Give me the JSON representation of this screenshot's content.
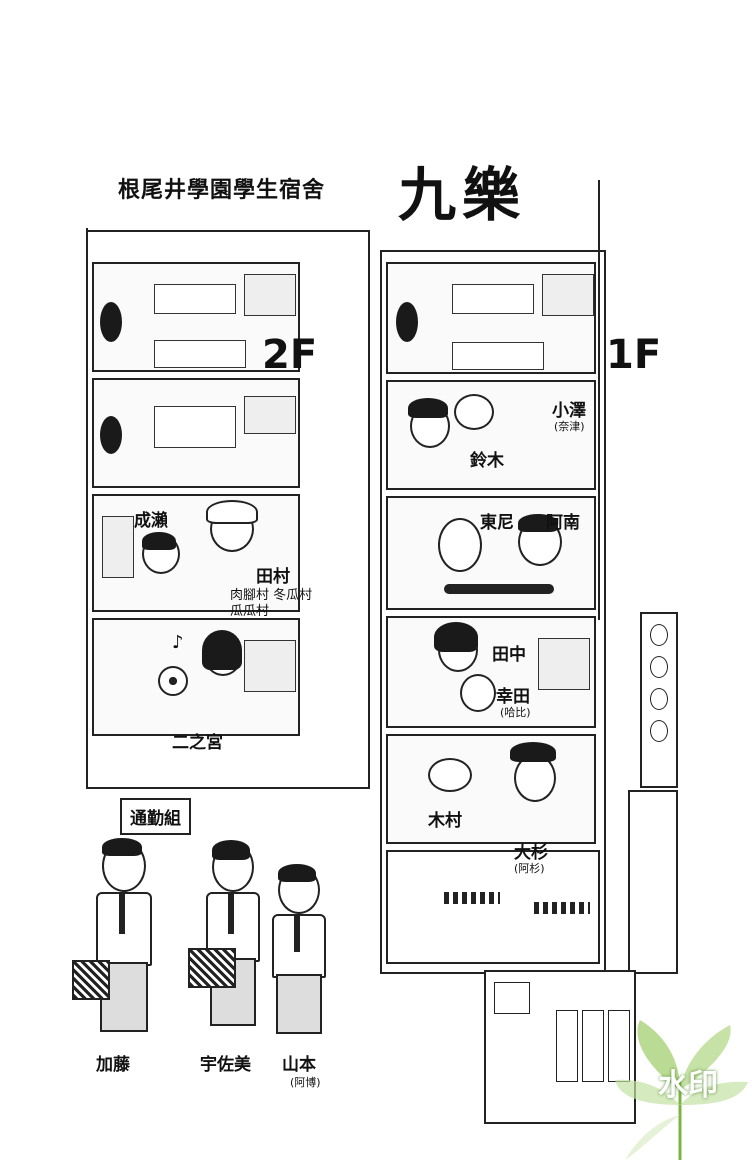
{
  "title": {
    "subtitle": "根尾井學園學生宿舍",
    "name": "九樂"
  },
  "floors": {
    "second": "2F",
    "first": "1F"
  },
  "residents_2f": [
    {
      "name": "成瀨"
    },
    {
      "name": "田村",
      "note": "肉腳村 冬瓜村",
      "note2": "瓜瓜村"
    },
    {
      "name": "二之宮"
    }
  ],
  "residents_1f": [
    {
      "name": "小澤",
      "note": "(奈津)"
    },
    {
      "name": "鈴木"
    },
    {
      "name": "東尼"
    },
    {
      "name": "阿南"
    },
    {
      "name": "田中"
    },
    {
      "name": "幸田",
      "note": "(哈比)"
    },
    {
      "name": "木村"
    },
    {
      "name": "大杉",
      "note": "(阿杉)"
    }
  ],
  "commuters": {
    "label": "通勤組",
    "members": [
      {
        "name": "加藤"
      },
      {
        "name": "宇佐美"
      },
      {
        "name": "山本",
        "note": "(阿博)"
      }
    ]
  },
  "watermark": {
    "text": "水印"
  },
  "icons": [
    "soccer-ball-icon",
    "music-note-icon",
    "dumbbell-icon",
    "headphones-icon"
  ]
}
